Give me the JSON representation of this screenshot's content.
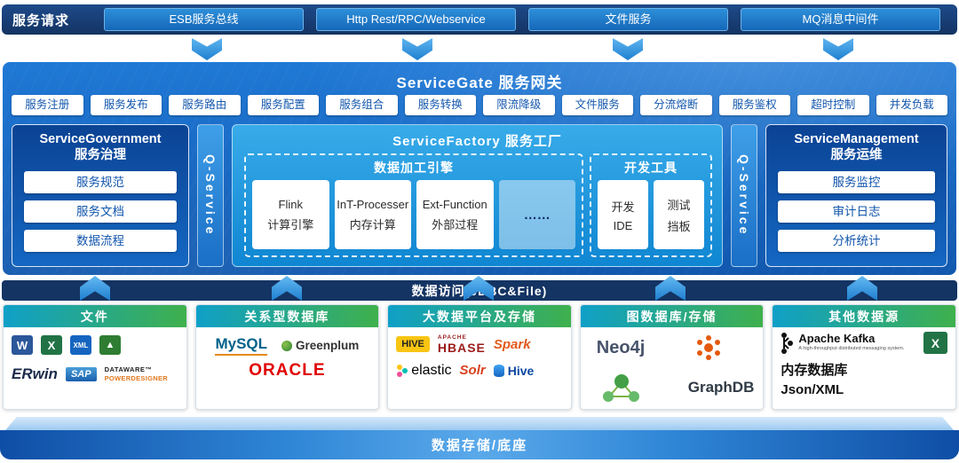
{
  "top_bar": {
    "label": "服务请求",
    "buttons": [
      "ESB服务总线",
      "Http Rest/RPC/Webservice",
      "文件服务",
      "MQ消息中间件"
    ]
  },
  "gateway": {
    "title": "ServiceGate 服务网关",
    "features": [
      "服务注册",
      "服务发布",
      "服务路由",
      "服务配置",
      "服务组合",
      "服务转换",
      "限流降级",
      "文件服务",
      "分流熔断",
      "服务鉴权",
      "超时控制",
      "并发负载"
    ]
  },
  "governance": {
    "title_en": "ServiceGovernment",
    "title_cn": "服务治理",
    "items": [
      "服务规范",
      "服务文档",
      "数据流程"
    ]
  },
  "qservice_label": "Q-Service",
  "factory": {
    "title": "ServiceFactory 服务工厂",
    "engine": {
      "title": "数据加工引擎",
      "cards": [
        {
          "line1": "Flink",
          "line2": "计算引擎"
        },
        {
          "line1": "InT-Processer",
          "line2": "内存计算"
        },
        {
          "line1": "Ext-Function",
          "line2": "外部过程"
        }
      ],
      "ellipsis": "……"
    },
    "devtools": {
      "title": "开发工具",
      "cards": [
        {
          "line1": "开发",
          "line2": "IDE"
        },
        {
          "line1": "测试",
          "line2": "挡板"
        }
      ]
    }
  },
  "management": {
    "title_en": "ServiceManagement",
    "title_cn": "服务运维",
    "items": [
      "服务监控",
      "审计日志",
      "分析统计"
    ]
  },
  "data_access_label": "数据访问(JDBC&File)",
  "datasources": [
    {
      "title": "文件"
    },
    {
      "title": "关系型数据库"
    },
    {
      "title": "大数据平台及存储"
    },
    {
      "title": "图数据库/存储"
    },
    {
      "title": "其他数据源"
    }
  ],
  "logos": {
    "word_letter": "W",
    "excel_letter": "X",
    "xml_label": "XML",
    "tree_glyph": "▲",
    "erwin": "ERwin",
    "sap": "SAP",
    "dataware": "DATAWARE™",
    "powerdesigner": "POWERDESIGNER",
    "mysql": "MySQL",
    "greenplum": "Greenplum",
    "oracle": "ORACLE",
    "hive_yellow": "HIVE",
    "apache_small": "APACHE",
    "hbase": "HBASE",
    "spark": "Spark",
    "elastic": "elastic",
    "solr": "Solr",
    "hive_blue": "Hive",
    "neo4j": "Neo4j",
    "graphdb": "GraphDB",
    "kafka": "Apache Kafka",
    "kafka_tagline": "A high-throughput distributed messaging system.",
    "memdb": "内存数据库",
    "jsonxml": "Json/XML"
  },
  "bottom_label": "数据存储/底座",
  "colors": {
    "navy": "#143463",
    "panel_blue": "#1256ad",
    "accent_blue": "#2f9ce8",
    "factory_blue": "#38abe9",
    "header_teal": "#0fa0c8",
    "header_green": "#3fb04c"
  }
}
